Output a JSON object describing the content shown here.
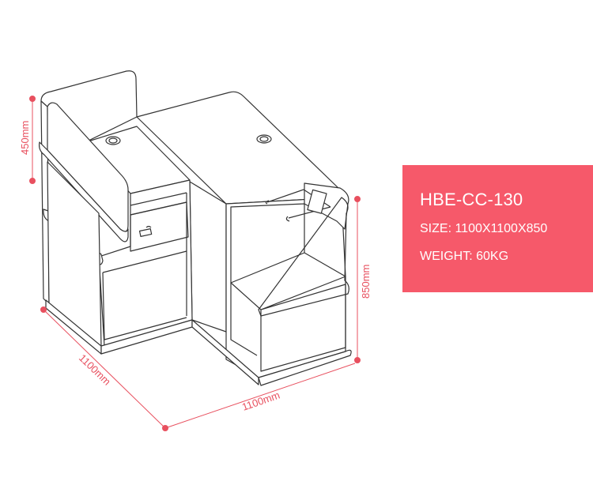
{
  "product": {
    "model": "HBE-CC-130",
    "size": "SIZE: 1100X1100X850",
    "weight": "WEIGHT: 60KG"
  },
  "dimensions": {
    "top_height": "450mm",
    "total_height": "850mm",
    "left_depth": "1100mm",
    "front_width": "1100mm"
  },
  "colors": {
    "accent": "#f6596a",
    "dimension_line": "#e8505f",
    "outline": "#333333"
  }
}
